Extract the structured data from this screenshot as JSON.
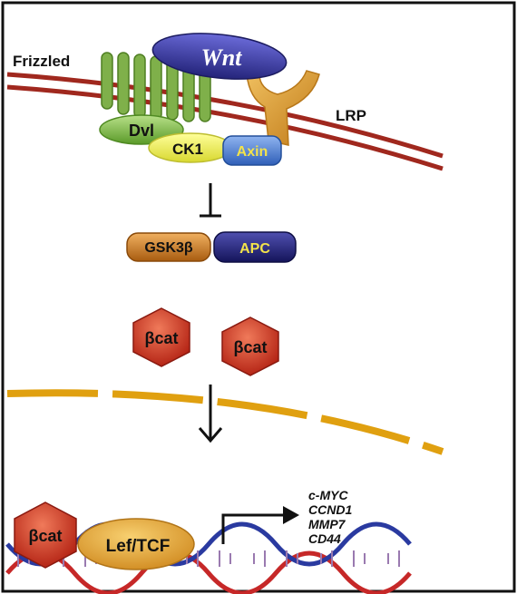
{
  "diagram": {
    "labels": {
      "frizzled": "Frizzled",
      "wnt": "Wnt",
      "lrp": "LRP",
      "dvl": "Dvl",
      "ck1": "CK1",
      "axin": "Axin",
      "gsk3b": "GSK3β",
      "apc": "APC",
      "bcat_1": "βcat",
      "bcat_2": "βcat",
      "bcat_3": "βcat",
      "lef_tcf": "Lef/TCF"
    },
    "target_genes": [
      "c-MYC",
      "CCND1",
      "MMP7",
      "CD44"
    ],
    "colors": {
      "membrane": "#a0281e",
      "nuclear_membrane": "#e0a010",
      "receptor_green": "#7fb04a",
      "wnt_blue": "#3a3aa0",
      "lrp_orange": "#d99a2e",
      "dvl_green": "#86c04c",
      "ck1_yellow": "#ecec50",
      "axin_blue": "#4f7fd0",
      "gsk_orange": "#c87a25",
      "apc_navy": "#23237a",
      "bcat_red": "#c8301f",
      "lef_orange": "#e2a03a",
      "dna_red": "#c62828",
      "dna_blue": "#2a3aa0",
      "border": "#111111"
    }
  }
}
